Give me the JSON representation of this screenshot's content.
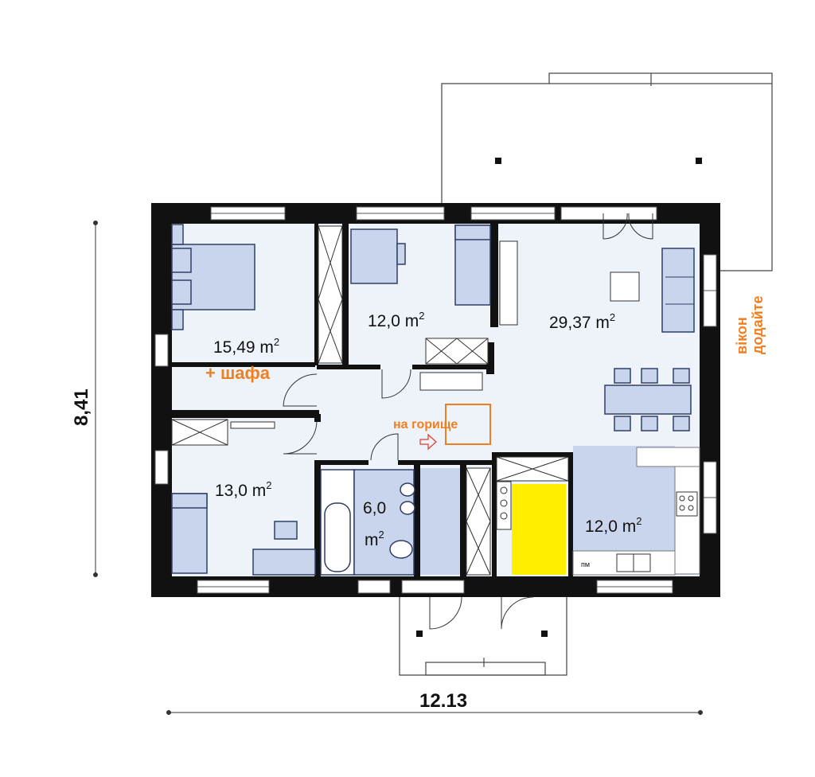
{
  "rooms": [
    {
      "id": "bedroom-1",
      "area": "15,49",
      "unit": "m",
      "sup": "2"
    },
    {
      "id": "study",
      "area": "12,0",
      "unit": "m",
      "sup": "2"
    },
    {
      "id": "living",
      "area": "29,37",
      "unit": "m",
      "sup": "2"
    },
    {
      "id": "bedroom-2",
      "area": "13,0",
      "unit": "m",
      "sup": "2"
    },
    {
      "id": "bathroom",
      "area": "6,0",
      "unit": "m",
      "sup": "2"
    },
    {
      "id": "kitchen",
      "area": "12,0",
      "unit": "m",
      "sup": "2"
    }
  ],
  "annotations": {
    "wardrobe": "+ шафа",
    "attic": "на горище",
    "windows_line1": "вікон",
    "windows_line2": "додайте",
    "pm": "пм"
  },
  "dimensions": {
    "width": "12.13",
    "height": "8,41"
  },
  "colors": {
    "wall": "#111111",
    "floor": "#eef3fa",
    "furniture": "#c9d5ec",
    "furniture_stroke": "#2f3e66",
    "highlight": "#ffee00",
    "annotation": "#f07f22"
  }
}
